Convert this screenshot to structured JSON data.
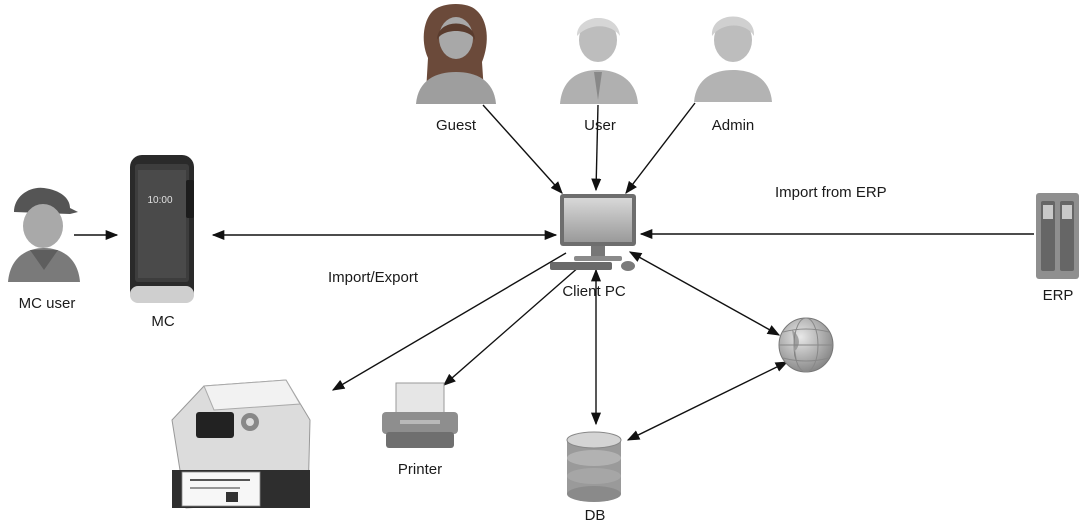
{
  "nodes": {
    "guest": {
      "label": "Guest",
      "icon": "guest-user-icon"
    },
    "user": {
      "label": "User",
      "icon": "user-icon"
    },
    "admin": {
      "label": "Admin",
      "icon": "admin-user-icon"
    },
    "mc_user": {
      "label": "MC user",
      "icon": "mc-user-icon"
    },
    "mc": {
      "label": "MC",
      "icon": "mobile-computer-icon",
      "screen_time": "10:00"
    },
    "client_pc": {
      "label": "Client PC",
      "icon": "desktop-pc-icon"
    },
    "erp": {
      "label": "ERP",
      "icon": "server-icon"
    },
    "label_printer": {
      "label": "",
      "icon": "label-printer-icon"
    },
    "printer": {
      "label": "Printer",
      "icon": "printer-icon"
    },
    "db": {
      "label": "DB",
      "icon": "database-icon"
    },
    "web": {
      "label": "",
      "icon": "globe-icon"
    }
  },
  "edge_labels": {
    "import_export": "Import/Export",
    "import_from_erp": "Import from ERP"
  },
  "colors": {
    "line": "#111111",
    "icon_fill": "#b5b5b5",
    "icon_dark": "#444444"
  }
}
